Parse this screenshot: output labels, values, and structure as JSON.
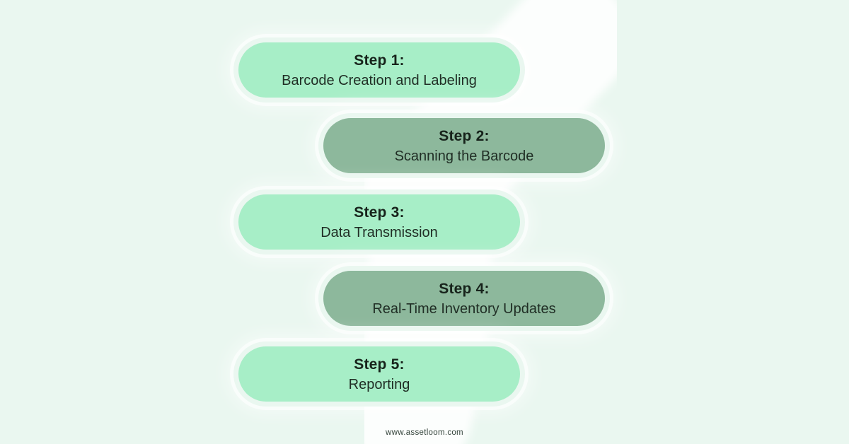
{
  "diagram": {
    "description": "Barcode inventory process steps infographic",
    "steps": [
      {
        "title": "Step 1:",
        "subtitle": "Barcode Creation and Labeling",
        "variant": "light"
      },
      {
        "title": "Step 2:",
        "subtitle": "Scanning the Barcode",
        "variant": "dark"
      },
      {
        "title": "Step 3:",
        "subtitle": "Data Transmission",
        "variant": "light"
      },
      {
        "title": "Step 4:",
        "subtitle": "Real-Time Inventory Updates",
        "variant": "dark"
      },
      {
        "title": "Step 5:",
        "subtitle": "Reporting",
        "variant": "light"
      }
    ]
  },
  "footer": {
    "website": "www.assetloom.com"
  },
  "colors": {
    "background": "#eaf7f0",
    "pill_light": "#a7eec7",
    "pill_dark": "#8db89c",
    "text_dark": "#1c2a21",
    "halo": "#ffffff",
    "ribbon": "#ffffff"
  }
}
